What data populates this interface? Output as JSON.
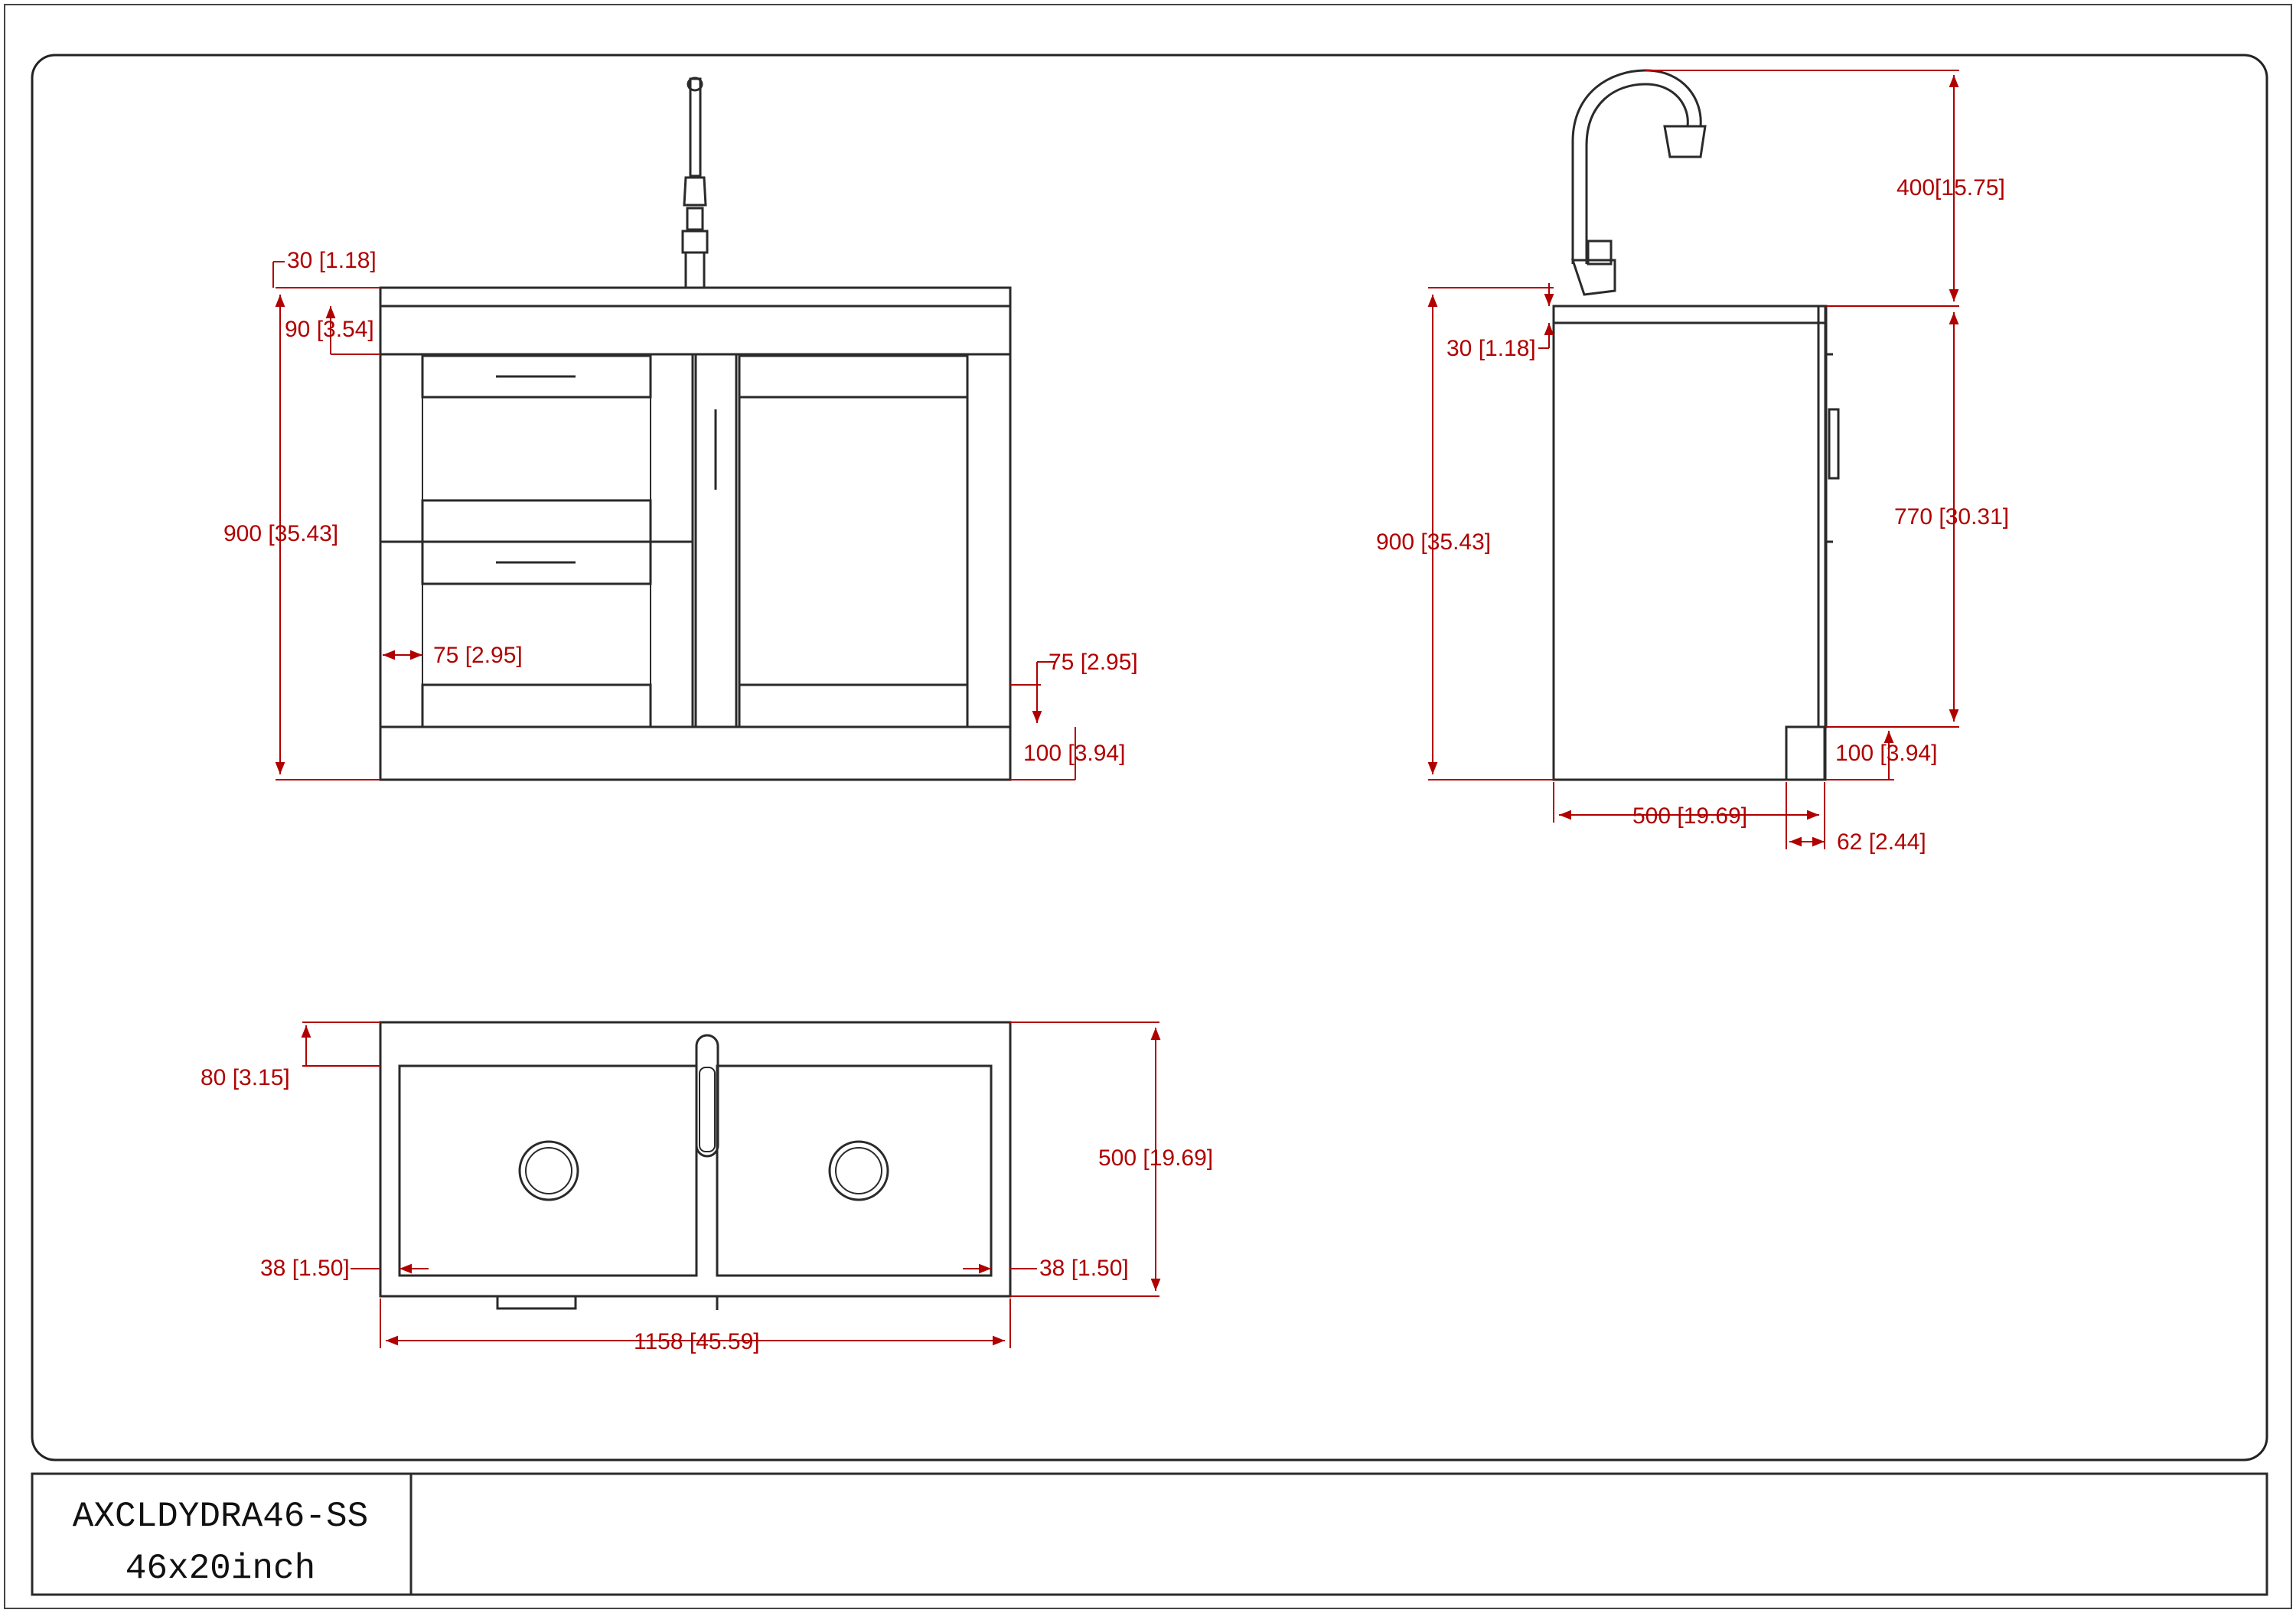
{
  "title_block": {
    "model": "AXCLDYDRA46-SS",
    "size": "46x20inch"
  },
  "front_view": {
    "dims": {
      "countertop_thickness": "30 [1.18]",
      "backsplash_band": "90 [3.54]",
      "total_height": "900 [35.43]",
      "frame_left": "75 [2.95]",
      "frame_right": "75 [2.95]",
      "toe_kick": "100 [3.94]"
    }
  },
  "side_view": {
    "dims": {
      "faucet_height": "400[15.75]",
      "countertop_thickness": "30 [1.18]",
      "total_height": "900 [35.43]",
      "door_height": "770 [30.31]",
      "toe_kick": "100 [3.94]",
      "depth": "500 [19.69]",
      "toe_recess": "62 [2.44]"
    }
  },
  "top_view": {
    "dims": {
      "back_ledge": "80 [3.15]",
      "depth": "500 [19.69]",
      "side_left": "38 [1.50]",
      "side_right": "38 [1.50]",
      "width": "1158 [45.59]"
    }
  },
  "colors": {
    "line": "#2a2a2a",
    "dimension": "#b00000"
  }
}
